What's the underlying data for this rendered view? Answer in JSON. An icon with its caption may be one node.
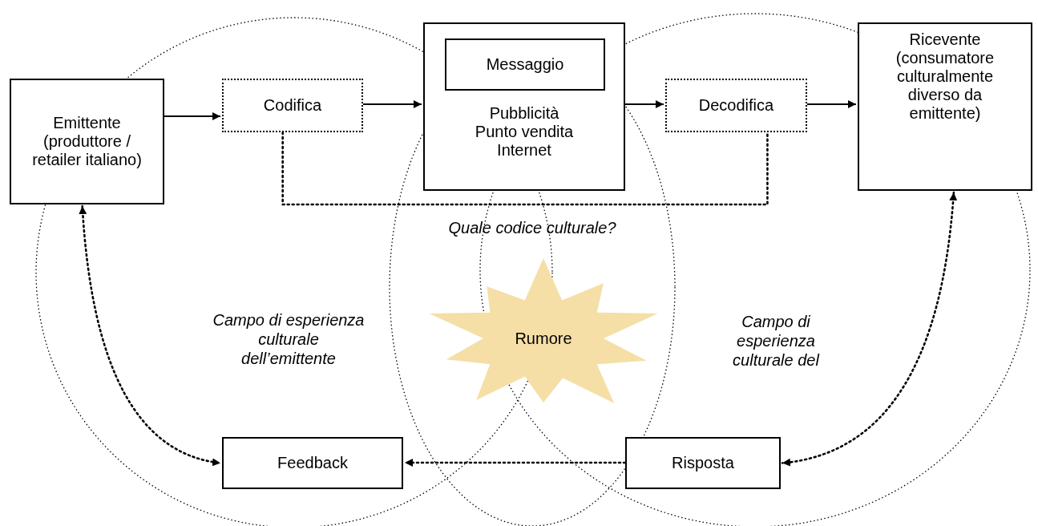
{
  "diagram": {
    "nodes": [
      {
        "text": [
          "Emittente (produttore / retailer italiano)"
        ]
      },
      {
        "text": [
          "Codifica"
        ]
      },
      {
        "text": [
          "Pubblicità",
          "Punto vendita",
          "Internet"
        ]
      },
      {
        "text": [
          "Messaggio"
        ],
        "in": 2
      },
      {
        "text": [
          "Decodifica"
        ]
      },
      {
        "text": [
          "Ricevente (consumatore culturalmente diverso da emittente)"
        ]
      },
      {
        "text": [
          "Feedback"
        ]
      },
      {
        "text": [
          "Risposta"
        ]
      },
      {
        "text": [
          "Rumore"
        ]
      }
    ],
    "edges": [
      {
        "from": 0,
        "to": 1,
        "arrow": "to"
      },
      {
        "from": 1,
        "to": 2,
        "arrow": "to"
      },
      {
        "from": 2,
        "to": 4,
        "arrow": "to"
      },
      {
        "from": 4,
        "to": 5,
        "arrow": "to"
      },
      {
        "from": 1,
        "to": 4,
        "arrow": "none",
        "style": "dashed"
      },
      {
        "from": 0,
        "to": 6,
        "arrow": "both",
        "style": "dashed"
      },
      {
        "from": 5,
        "to": 7,
        "arrow": "both",
        "style": "dashed"
      },
      {
        "from": 7,
        "to": 6,
        "arrow": "to",
        "style": "dashed"
      }
    ],
    "labels": [
      "Quale codice culturale?",
      "Campo di esperienza culturale dell’emittente",
      "Campo di esperienza culturale del"
    ]
  }
}
